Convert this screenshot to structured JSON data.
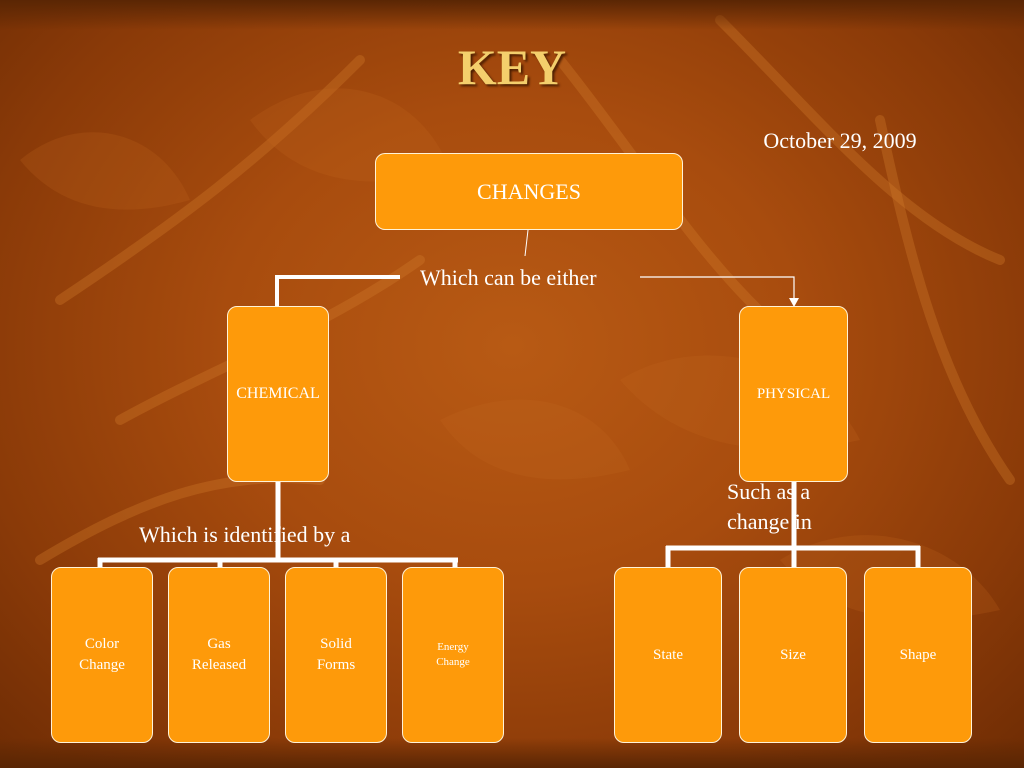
{
  "title": "KEY",
  "date": "October 29, 2009",
  "root": "CHANGES",
  "connector_root": "Which can be either",
  "chemical": {
    "label": "CHEMICAL",
    "connector": "Which is identified by a",
    "items": [
      "Color\nChange",
      "Gas\nReleased",
      "Solid\nForms",
      "Energy\nChange"
    ]
  },
  "physical": {
    "label": "PHYSICAL",
    "connector": "Such as a\nchange in",
    "items": [
      "State",
      "Size",
      "Shape"
    ]
  },
  "colors": {
    "box_fill": "#fe9a0a",
    "title": "#f4cf6c",
    "background": "#a84c0e",
    "text": "#ffffff"
  }
}
